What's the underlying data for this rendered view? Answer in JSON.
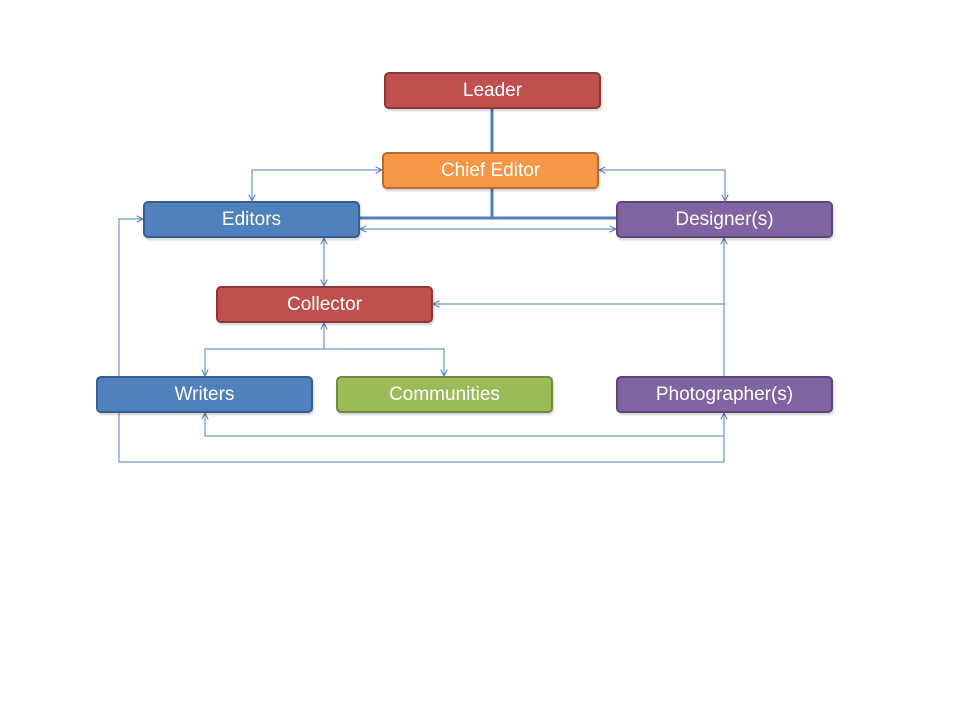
{
  "diagram": {
    "nodes": {
      "leader": {
        "label": "Leader",
        "color": "#c0504d"
      },
      "chief_editor": {
        "label": "Chief Editor",
        "color": "#f79646"
      },
      "editors": {
        "label": "Editors",
        "color": "#4f81bd"
      },
      "designers": {
        "label": "Designer(s)",
        "color": "#8064a2"
      },
      "collector": {
        "label": "Collector",
        "color": "#c0504d"
      },
      "writers": {
        "label": "Writers",
        "color": "#4f81bd"
      },
      "communities": {
        "label": "Communities",
        "color": "#9bbb59"
      },
      "photographers": {
        "label": "Photographer(s)",
        "color": "#8064a2"
      }
    },
    "connector_color": "#4f81bd",
    "edges": [
      {
        "from": "leader",
        "to": "chief_editor",
        "style": "solid-thick"
      },
      {
        "from": "chief_editor",
        "to": "editors",
        "style": "solid-thick"
      },
      {
        "from": "chief_editor",
        "to": "designers",
        "style": "solid-thick"
      },
      {
        "from": "chief_editor",
        "to": "editors",
        "style": "arrow-both"
      },
      {
        "from": "chief_editor",
        "to": "designers",
        "style": "arrow-both"
      },
      {
        "from": "editors",
        "to": "designers",
        "style": "arrow-both"
      },
      {
        "from": "editors",
        "to": "collector",
        "style": "arrow-both"
      },
      {
        "from": "collector",
        "to": "writers",
        "style": "arrow-both"
      },
      {
        "from": "collector",
        "to": "communities",
        "style": "arrow-both"
      },
      {
        "from": "photographers",
        "to": "collector",
        "style": "arrow"
      },
      {
        "from": "photographers",
        "to": "designers",
        "style": "arrow"
      },
      {
        "from": "writers",
        "to": "photographers",
        "style": "arrow-both"
      },
      {
        "from": "photographers",
        "to": "editors",
        "style": "arrow"
      }
    ]
  }
}
